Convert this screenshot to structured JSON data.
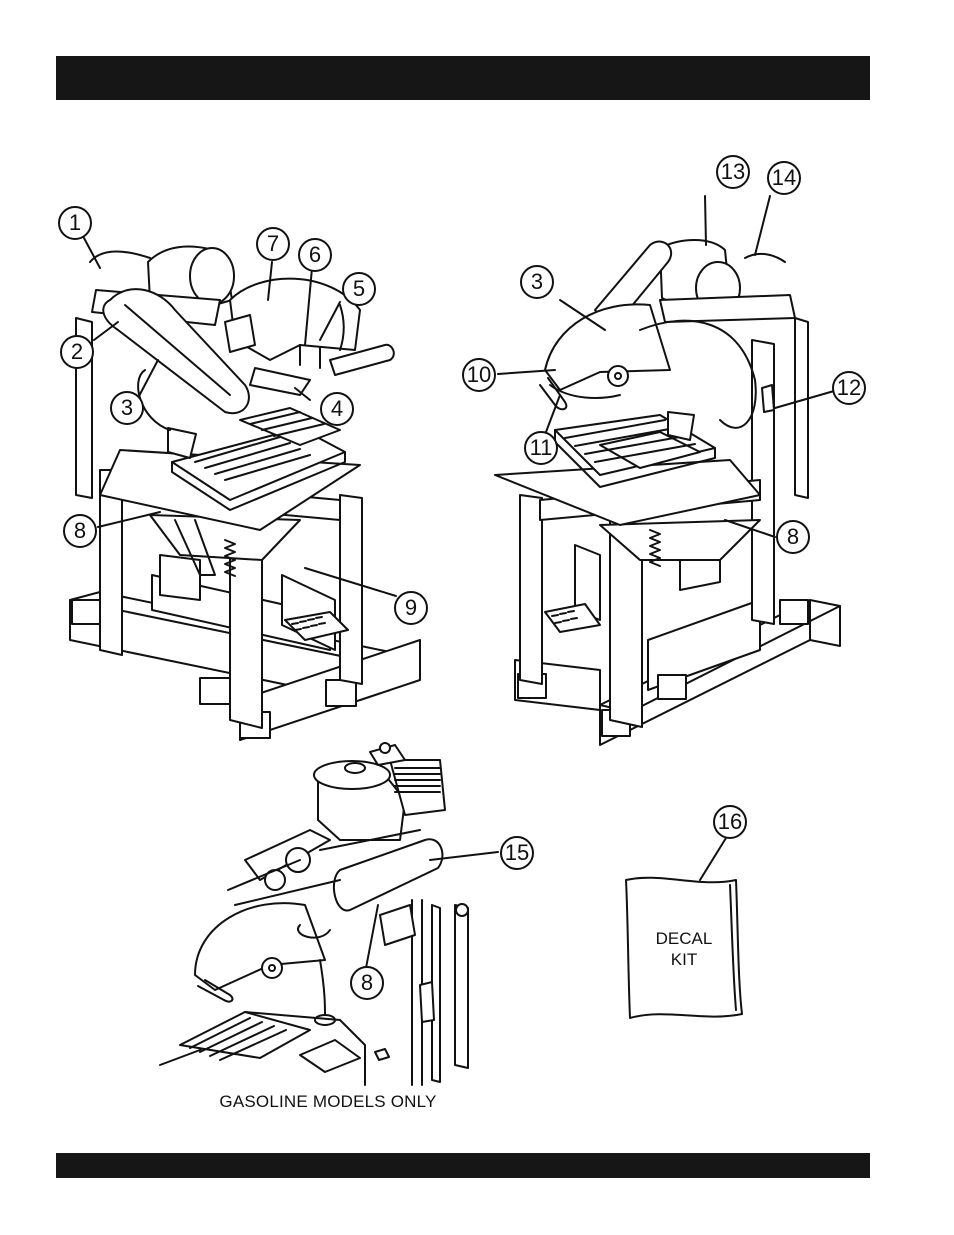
{
  "header_bar": {
    "color": "#161616"
  },
  "footer_bar": {
    "color": "#161616"
  },
  "callouts": [
    "1",
    "2",
    "3",
    "3",
    "4",
    "5",
    "6",
    "7",
    "8",
    "8",
    "8",
    "9",
    "10",
    "11",
    "12",
    "13",
    "14",
    "15",
    "16"
  ],
  "decal": {
    "line1": "DECAL",
    "line2": "KIT"
  },
  "caption": "GASOLINE MODELS ONLY"
}
